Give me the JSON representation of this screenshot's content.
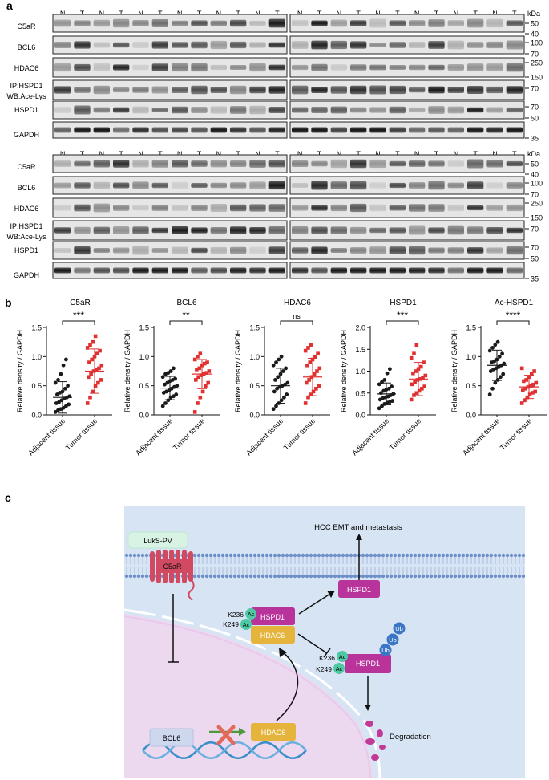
{
  "panel_labels": {
    "a": "a",
    "b": "b",
    "c": "c"
  },
  "blots": {
    "lane_labels": [
      "N",
      "T",
      "N",
      "T",
      "N",
      "T",
      "N",
      "T",
      "N",
      "T",
      "N",
      "T"
    ],
    "kda_label": "kDa",
    "row_labels": [
      "C5aR",
      "BCL6",
      "HDAC6",
      "IP:HSPD1",
      "WB:Ace-Lys",
      "HSPD1",
      "GAPDH"
    ],
    "markers_top": [
      "50",
      "40",
      "100",
      "70",
      "250",
      "150",
      "70",
      "70",
      "50",
      "35"
    ],
    "markers_bottom": [
      "50",
      "40",
      "100",
      "70",
      "250",
      "150",
      "70",
      "70",
      "50",
      "35"
    ]
  },
  "chart_data": [
    {
      "type": "scatter",
      "title": "C5aR",
      "ylabel": "Relative density / GAPDH",
      "categories": [
        "Adjacent tissue",
        "Tumor tissue"
      ],
      "yticks": [
        "0.0",
        "0.5",
        "1.0",
        "1.5"
      ],
      "ylim": [
        0,
        1.5
      ],
      "significance": "***",
      "series": [
        {
          "values": [
            0.05,
            0.08,
            0.1,
            0.12,
            0.15,
            0.18,
            0.2,
            0.22,
            0.25,
            0.28,
            0.3,
            0.32,
            0.35,
            0.38,
            0.4,
            0.45,
            0.5,
            0.55,
            0.6,
            0.7,
            0.85,
            0.95
          ],
          "mean": 0.3,
          "sd": 0.27
        },
        {
          "values": [
            0.2,
            0.3,
            0.4,
            0.5,
            0.55,
            0.6,
            0.65,
            0.7,
            0.75,
            0.78,
            0.8,
            0.85,
            0.9,
            0.95,
            1.0,
            1.05,
            1.1,
            1.15,
            1.2,
            1.25,
            1.35
          ],
          "mean": 0.75,
          "sd": 0.38
        }
      ]
    },
    {
      "type": "scatter",
      "title": "BCL6",
      "ylabel": "Relative density / GAPDH",
      "categories": [
        "Adjacent tissue",
        "Tumor tissue"
      ],
      "yticks": [
        "0.0",
        "0.5",
        "1.0",
        "1.5"
      ],
      "ylim": [
        0,
        1.5
      ],
      "significance": "**",
      "series": [
        {
          "values": [
            0.15,
            0.2,
            0.25,
            0.3,
            0.32,
            0.35,
            0.38,
            0.4,
            0.42,
            0.45,
            0.48,
            0.5,
            0.52,
            0.55,
            0.58,
            0.6,
            0.62,
            0.65,
            0.7,
            0.72,
            0.75,
            0.8
          ],
          "mean": 0.46,
          "sd": 0.2
        },
        {
          "values": [
            0.05,
            0.2,
            0.3,
            0.4,
            0.5,
            0.55,
            0.6,
            0.65,
            0.68,
            0.7,
            0.72,
            0.75,
            0.78,
            0.8,
            0.85,
            0.88,
            0.9,
            0.95,
            1.0,
            1.05
          ],
          "mean": 0.7,
          "sd": 0.25
        }
      ]
    },
    {
      "type": "scatter",
      "title": "HDAC6",
      "ylabel": "Relative density / GAPDH",
      "categories": [
        "Adjacent tissue",
        "Tumor tissue"
      ],
      "yticks": [
        "0.0",
        "0.5",
        "1.0",
        "1.5"
      ],
      "ylim": [
        0,
        1.5
      ],
      "significance": "ns",
      "series": [
        {
          "values": [
            0.1,
            0.15,
            0.2,
            0.25,
            0.3,
            0.35,
            0.4,
            0.45,
            0.48,
            0.5,
            0.52,
            0.55,
            0.6,
            0.65,
            0.7,
            0.75,
            0.8,
            0.85,
            0.9,
            0.95,
            1.0
          ],
          "mean": 0.5,
          "sd": 0.3
        },
        {
          "values": [
            0.2,
            0.3,
            0.35,
            0.4,
            0.45,
            0.5,
            0.55,
            0.6,
            0.65,
            0.7,
            0.75,
            0.8,
            0.85,
            0.9,
            0.95,
            1.0,
            1.05,
            1.1,
            1.15,
            1.2
          ],
          "mean": 0.65,
          "sd": 0.32
        }
      ]
    },
    {
      "type": "scatter",
      "title": "HSPD1",
      "ylabel": "Relative density / GAPDH",
      "categories": [
        "Adjacent tissue",
        "Tumor tissue"
      ],
      "yticks": [
        "0.0",
        "0.5",
        "1.0",
        "1.5",
        "2.0"
      ],
      "ylim": [
        0,
        2.0
      ],
      "significance": "***",
      "series": [
        {
          "values": [
            0.15,
            0.2,
            0.25,
            0.28,
            0.3,
            0.32,
            0.35,
            0.38,
            0.4,
            0.42,
            0.45,
            0.48,
            0.5,
            0.55,
            0.58,
            0.6,
            0.65,
            0.7,
            0.75,
            0.8,
            0.95,
            1.05
          ],
          "mean": 0.48,
          "sd": 0.25
        },
        {
          "values": [
            0.35,
            0.45,
            0.5,
            0.55,
            0.6,
            0.65,
            0.7,
            0.75,
            0.8,
            0.82,
            0.85,
            0.9,
            0.95,
            1.0,
            1.05,
            1.1,
            1.2,
            1.3,
            1.4,
            1.6
          ],
          "mean": 0.82,
          "sd": 0.38
        }
      ]
    },
    {
      "type": "scatter",
      "title": "Ac-HSPD1",
      "ylabel": "Relative density / GAPDH",
      "categories": [
        "Adjacent tissue",
        "Tumor tissue"
      ],
      "yticks": [
        "0.0",
        "0.5",
        "1.0",
        "1.5"
      ],
      "ylim": [
        0,
        1.5
      ],
      "significance": "****",
      "series": [
        {
          "values": [
            0.35,
            0.45,
            0.55,
            0.6,
            0.65,
            0.7,
            0.75,
            0.78,
            0.8,
            0.82,
            0.85,
            0.88,
            0.9,
            0.92,
            0.95,
            1.0,
            1.05,
            1.1,
            1.15,
            1.2,
            1.25
          ],
          "mean": 0.85,
          "sd": 0.26
        },
        {
          "values": [
            0.2,
            0.25,
            0.3,
            0.35,
            0.38,
            0.4,
            0.42,
            0.45,
            0.48,
            0.5,
            0.52,
            0.55,
            0.58,
            0.6,
            0.65,
            0.7,
            0.75,
            0.8
          ],
          "mean": 0.48,
          "sd": 0.2
        }
      ]
    }
  ],
  "diagram": {
    "luks": "LukS-PV",
    "c5ar": "C5aR",
    "hcc": "HCC EMT and metastasis",
    "hspd1_free": "HSPD1",
    "k236": "K236",
    "k249": "K249",
    "ac": "Ac",
    "hspd1_complex": "HSPD1",
    "hdac6_complex": "HDAC6",
    "hspd1_ub": "HSPD1",
    "ub": "Ub",
    "bcl6": "BCL6",
    "hdac6_gene": "HDAC6",
    "degradation": "Degradation"
  },
  "colors": {
    "dark": "#1a1a1a",
    "red": "#e03030",
    "membrane": "#6f8fc8",
    "nucleus": "#ecd8ef",
    "cyto": "#d6e4f4",
    "magenta": "#b8339a",
    "orange": "#e5b43c",
    "teal": "#4fc9a4",
    "ub": "#3b76c6"
  }
}
